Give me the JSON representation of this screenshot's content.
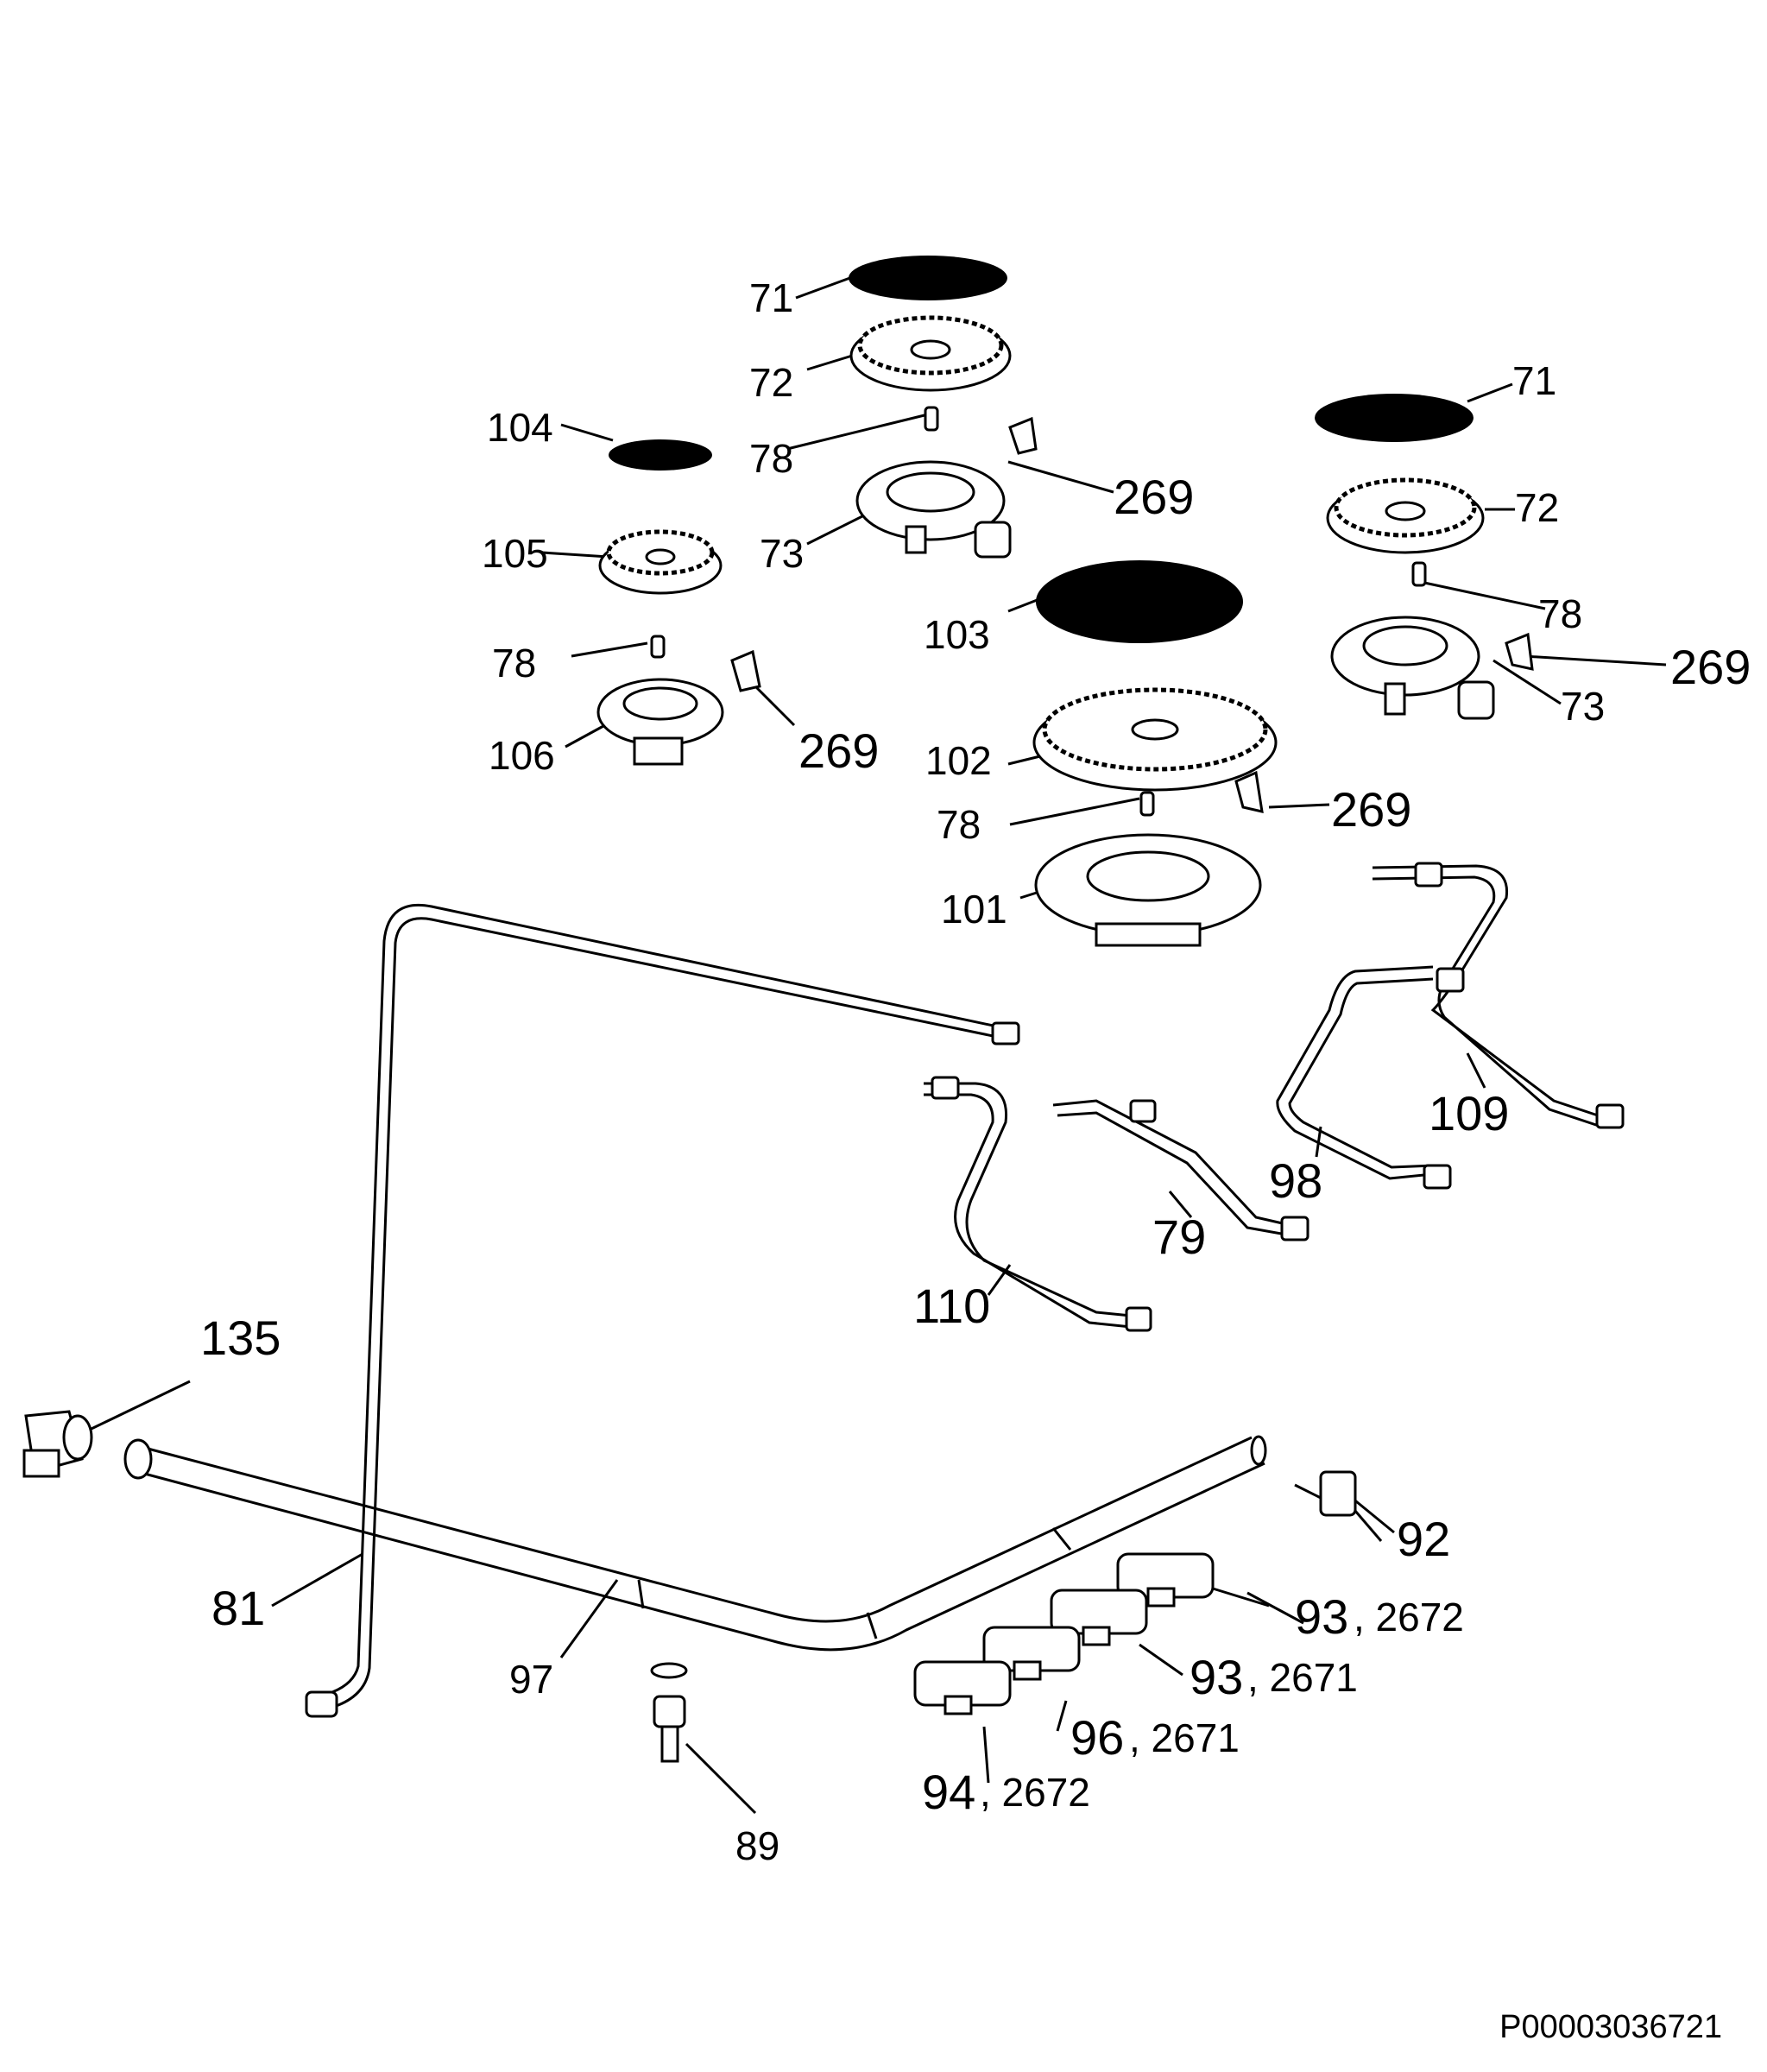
{
  "diagram": {
    "reference_code": "P00003036721",
    "callouts": {
      "c71a": "71",
      "c72a": "72",
      "c78a": "78",
      "c269a": "269",
      "c73a": "73",
      "c104": "104",
      "c105": "105",
      "c78b": "78",
      "c106": "106",
      "c269b": "269",
      "c71b": "71",
      "c72b": "72",
      "c78c": "78",
      "c269c": "269",
      "c73b": "73",
      "c103": "103",
      "c102": "102",
      "c78d": "78",
      "c269d": "269",
      "c101": "101",
      "c109": "109",
      "c98": "98",
      "c79": "79",
      "c110": "110",
      "c135": "135",
      "c92": "92",
      "c81": "81",
      "c97": "97",
      "c89": "89",
      "c93a": "93",
      "c2672a": ", 2672",
      "c93b": "93",
      "c2671a": ", 2671",
      "c96": "96",
      "c2671b": ", 2671",
      "c94": "94",
      "c2672b": ",  2672"
    }
  }
}
